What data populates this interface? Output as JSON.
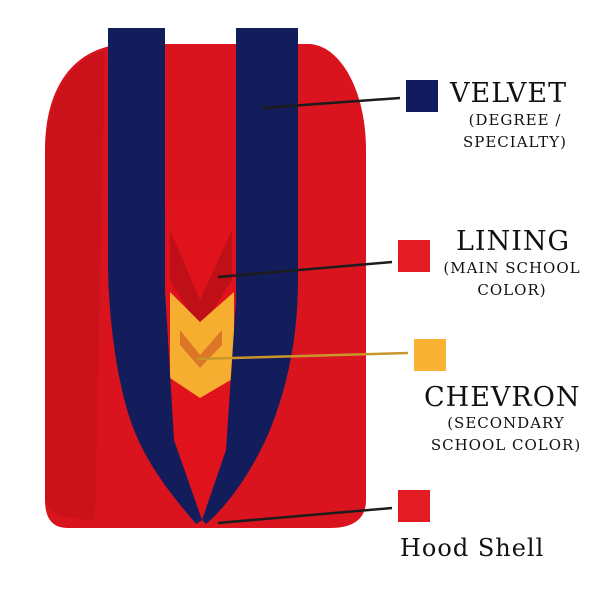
{
  "legend": {
    "velvet": {
      "title": "VELVET",
      "sub1": "(DEGREE /",
      "sub2": "SPECIALTY)",
      "color": "#111a5e"
    },
    "lining": {
      "title": "LINING",
      "sub1": "(MAIN SCHOOL",
      "sub2": "COLOR)",
      "color": "#e31b23"
    },
    "chevron": {
      "title": "CHEVRON",
      "sub1": "(SECONDARY",
      "sub2": "SCHOOL COLOR)",
      "color": "#f9b233"
    },
    "shell": {
      "title": "Hood Shell",
      "color": "#e31b23"
    }
  },
  "colors": {
    "shell": "#d9141e",
    "shell_shadow": "#b30f17",
    "velvet": "#141d5c",
    "lining": "#e0121c",
    "lining_dark": "#a80d14",
    "chevron": "#f6ae30",
    "leader_dark": "#1c1c1c",
    "leader_gold": "#c9962a"
  }
}
